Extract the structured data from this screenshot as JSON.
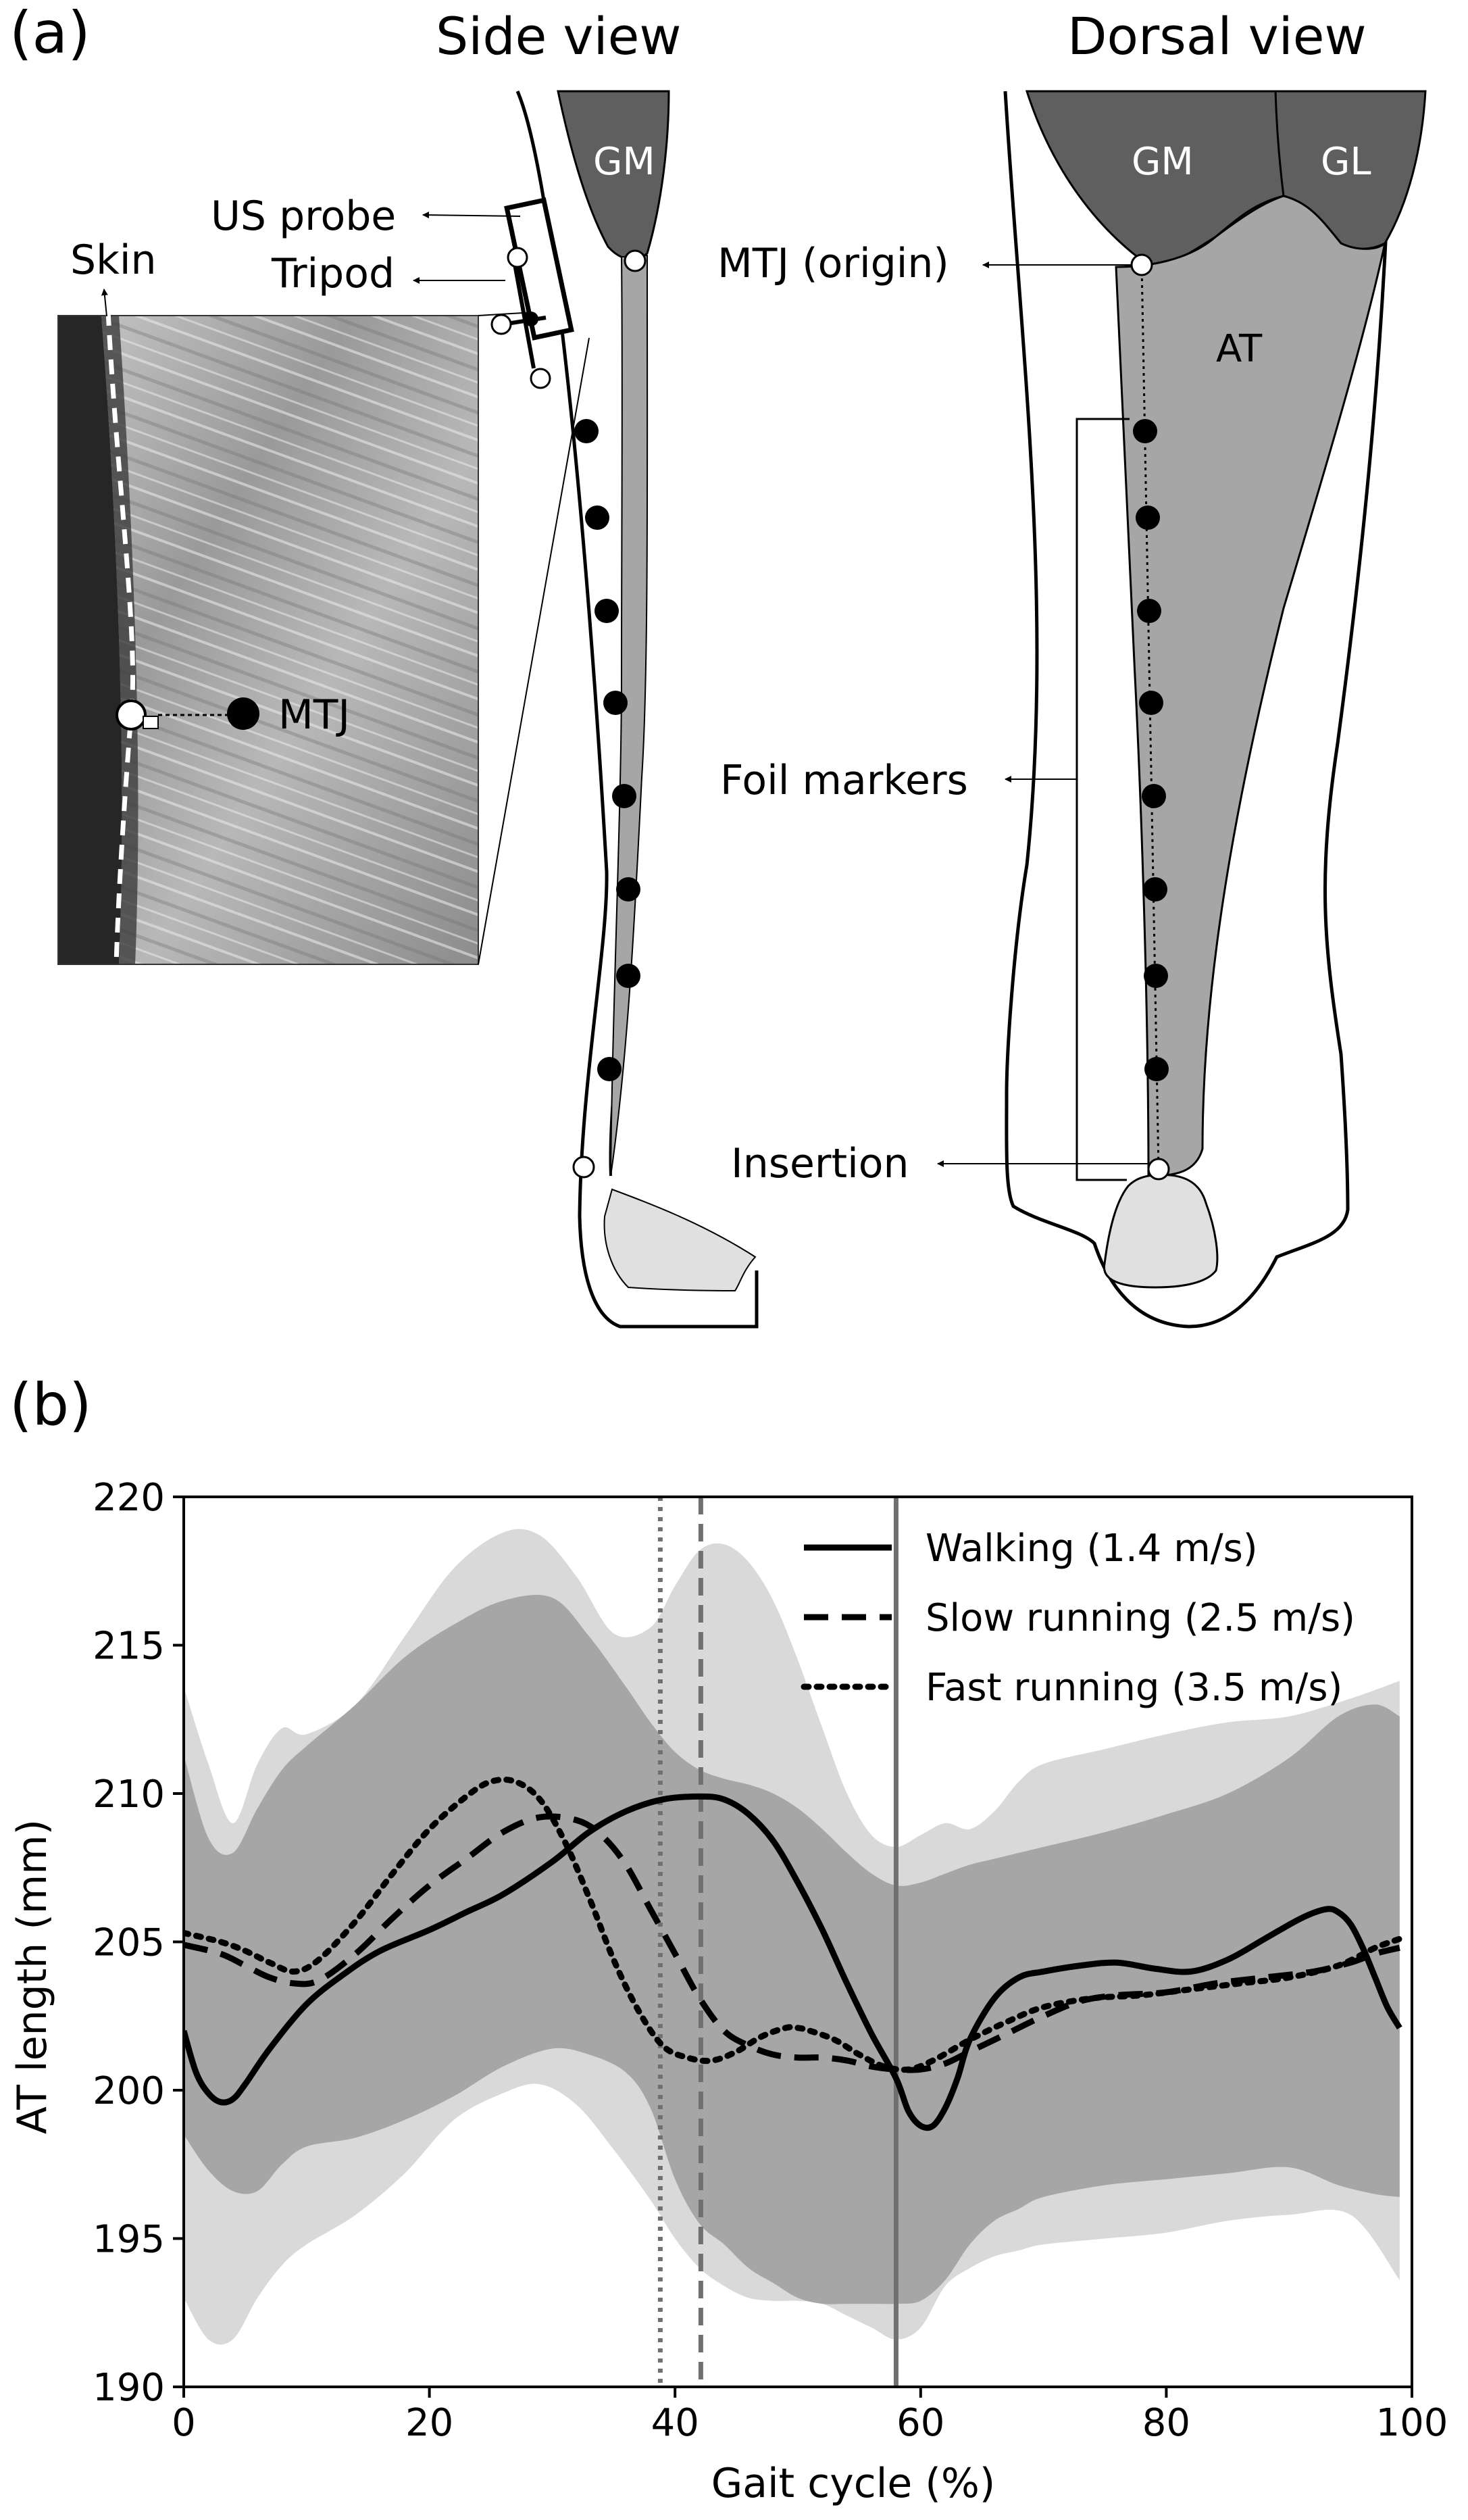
{
  "panel_a": {
    "panel_label": "(a)",
    "side_view": {
      "title": "Side view",
      "muscle_label": "GM",
      "labels": {
        "us_probe": "US probe",
        "tripod": "Tripod",
        "skin": "Skin",
        "mtj": "MTJ"
      }
    },
    "dorsal_view": {
      "title": "Dorsal view",
      "muscle_labels": [
        "GM",
        "GL"
      ],
      "tendon_label": "AT",
      "labels": {
        "mtj_origin": "MTJ (origin)",
        "foil_markers": "Foil markers",
        "insertion": "Insertion"
      }
    },
    "colors": {
      "muscle": "#5f5f5f",
      "tendon": "#a6a6a6",
      "bone": "#e0e0e0",
      "outline": "#000000"
    }
  },
  "panel_b": {
    "panel_label": "(b)"
  },
  "chart_data": {
    "type": "line",
    "xlabel": "Gait cycle (%)",
    "ylabel": "AT length (mm)",
    "xlim": [
      0,
      100
    ],
    "ylim": [
      190,
      220
    ],
    "xticks": [
      0,
      20,
      40,
      60,
      80,
      100
    ],
    "yticks": [
      190,
      195,
      200,
      205,
      210,
      215,
      220
    ],
    "grid": false,
    "legend_position": "top-right",
    "series": [
      {
        "name": "Walking (1.4 m/s)",
        "style": "solid",
        "color": "#000000",
        "x": [
          0,
          1,
          2,
          3,
          4,
          5,
          7,
          10,
          13,
          16,
          20,
          23,
          26,
          30,
          33,
          36,
          39,
          42,
          44,
          46,
          48,
          50,
          52,
          54,
          56,
          58,
          59,
          60,
          61,
          62,
          63,
          64,
          66,
          68,
          70,
          73,
          76,
          79,
          82,
          85,
          88,
          91,
          93,
          94,
          95,
          96,
          97,
          98,
          99
        ],
        "y": [
          202.0,
          200.6,
          199.9,
          199.6,
          199.7,
          200.2,
          201.4,
          202.9,
          203.9,
          204.7,
          205.4,
          206.0,
          206.6,
          207.7,
          208.7,
          209.4,
          209.8,
          209.9,
          209.8,
          209.3,
          208.4,
          207.0,
          205.4,
          203.6,
          201.9,
          200.4,
          199.3,
          198.8,
          198.8,
          199.4,
          200.4,
          201.7,
          203.1,
          203.8,
          204.0,
          204.2,
          204.3,
          204.1,
          204.0,
          204.4,
          205.1,
          205.8,
          206.1,
          206.0,
          205.6,
          204.8,
          203.8,
          202.8,
          202.1
        ]
      },
      {
        "name": "Slow running (2.5 m/s)",
        "style": "dashed",
        "color": "#000000",
        "x": [
          0,
          3,
          5,
          7,
          9,
          11,
          14,
          17,
          20,
          23,
          26,
          29,
          32,
          34,
          36,
          38,
          40,
          42,
          44,
          46,
          48,
          50,
          52,
          54,
          56,
          58,
          60,
          62,
          64,
          67,
          70,
          73,
          76,
          80,
          84,
          88,
          92,
          95,
          97,
          99
        ],
        "y": [
          204.9,
          204.6,
          204.2,
          203.8,
          203.6,
          203.7,
          204.6,
          205.8,
          206.9,
          207.8,
          208.7,
          209.2,
          209.1,
          208.6,
          207.6,
          206.1,
          204.6,
          203.1,
          202.0,
          201.5,
          201.2,
          201.1,
          201.1,
          201.0,
          200.8,
          200.7,
          200.7,
          200.9,
          201.3,
          201.9,
          202.5,
          203.0,
          203.2,
          203.3,
          203.6,
          203.8,
          204.0,
          204.3,
          204.6,
          204.8
        ]
      },
      {
        "name": "Fast running (3.5 m/s)",
        "style": "dotted",
        "color": "#000000",
        "x": [
          0,
          3,
          5,
          7,
          9,
          11,
          14,
          17,
          20,
          23,
          25,
          27,
          29,
          31,
          33,
          35,
          37,
          39,
          41,
          43,
          45,
          47,
          49,
          50,
          51,
          53,
          55,
          57,
          59,
          61,
          64,
          67,
          70,
          74,
          78,
          82,
          86,
          90,
          94,
          97,
          99
        ],
        "y": [
          205.3,
          205.0,
          204.7,
          204.3,
          204.0,
          204.4,
          205.7,
          207.3,
          208.8,
          209.9,
          210.4,
          210.4,
          209.8,
          208.4,
          206.5,
          204.4,
          202.7,
          201.5,
          201.1,
          201.0,
          201.3,
          201.8,
          202.1,
          202.1,
          202.0,
          201.7,
          201.2,
          200.8,
          200.7,
          201.0,
          201.7,
          202.3,
          202.8,
          203.1,
          203.2,
          203.4,
          203.6,
          203.8,
          204.2,
          204.8,
          205.1
        ]
      }
    ],
    "bands": [
      {
        "fill": "#d9d9d9",
        "x": [
          0,
          2,
          4,
          6,
          8,
          10,
          14,
          18,
          22,
          26,
          29,
          32,
          35,
          38,
          40,
          42,
          44,
          46,
          48,
          50,
          52,
          54,
          56,
          58,
          60,
          62,
          64,
          66,
          68,
          70,
          75,
          80,
          85,
          90,
          95,
          99
        ],
        "upper": [
          213.6,
          211.0,
          209.0,
          211.0,
          212.2,
          212.0,
          213.0,
          215.3,
          217.6,
          218.8,
          218.7,
          217.3,
          215.4,
          215.6,
          217.0,
          218.2,
          218.4,
          217.8,
          216.5,
          214.5,
          212.2,
          210.0,
          208.6,
          208.2,
          208.6,
          209.0,
          208.8,
          209.4,
          210.4,
          211.0,
          211.5,
          212.0,
          212.4,
          212.6,
          213.2,
          213.8
        ],
        "lower": [
          193.0,
          191.6,
          191.6,
          193.0,
          194.1,
          194.8,
          195.8,
          197.2,
          199.0,
          199.9,
          200.2,
          199.5,
          198.0,
          196.3,
          195.0,
          194.0,
          193.4,
          193.0,
          192.9,
          192.9,
          192.8,
          192.4,
          192.0,
          191.6,
          192.0,
          193.4,
          194.0,
          194.4,
          194.6,
          194.8,
          195.0,
          195.2,
          195.6,
          195.8,
          195.8,
          193.6
        ]
      },
      {
        "fill": "#a6a6a6",
        "x": [
          0,
          2,
          4,
          6,
          8,
          10,
          14,
          18,
          22,
          26,
          30,
          33,
          36,
          38,
          40,
          42,
          44,
          46,
          48,
          50,
          52,
          54,
          56,
          58,
          60,
          62,
          64,
          66,
          68,
          70,
          75,
          80,
          85,
          90,
          94,
          97,
          99
        ],
        "upper": [
          211.3,
          208.5,
          208.0,
          209.5,
          210.8,
          211.6,
          213.0,
          214.6,
          215.7,
          216.5,
          216.6,
          215.3,
          213.6,
          212.4,
          211.4,
          210.8,
          210.5,
          210.3,
          210.0,
          209.5,
          208.8,
          208.0,
          207.3,
          206.9,
          207.0,
          207.3,
          207.6,
          207.8,
          208.0,
          208.2,
          208.7,
          209.3,
          210.0,
          211.2,
          212.6,
          213.0,
          212.6
        ],
        "lower": [
          198.5,
          197.3,
          196.6,
          196.6,
          197.5,
          198.1,
          198.4,
          199.0,
          199.8,
          200.8,
          201.4,
          201.2,
          200.6,
          199.4,
          197.0,
          195.5,
          194.8,
          194.0,
          193.5,
          193.0,
          192.8,
          192.8,
          192.8,
          192.8,
          192.9,
          193.6,
          194.8,
          195.6,
          196.0,
          196.4,
          196.8,
          197.0,
          197.2,
          197.4,
          196.8,
          196.5,
          196.4
        ]
      }
    ],
    "vlines": [
      {
        "x": 38.8,
        "style": "dotted",
        "color": "#707070"
      },
      {
        "x": 42.1,
        "style": "dashed",
        "color": "#707070"
      },
      {
        "x": 58.0,
        "style": "solid",
        "color": "#707070"
      }
    ]
  }
}
